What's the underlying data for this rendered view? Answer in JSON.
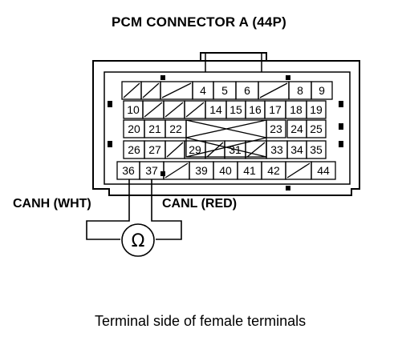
{
  "title": "PCM CONNECTOR A (44P)",
  "labels": {
    "canh": "CANH (WHT)",
    "canl": "CANL (RED)"
  },
  "meter_symbol": "Ω",
  "caption": "Terminal side of female terminals",
  "connector": {
    "row1": [
      "",
      "",
      "",
      "4",
      "5",
      "6",
      "",
      "8",
      "9"
    ],
    "row2": [
      "10",
      "",
      "",
      "",
      "14",
      "15",
      "16",
      "17",
      "18",
      "19"
    ],
    "row3": [
      "20",
      "21",
      "22",
      "23",
      "24",
      "25"
    ],
    "row4": [
      "26",
      "27",
      "",
      "29",
      "",
      "31",
      "",
      "33",
      "34",
      "35"
    ],
    "row5": [
      "36",
      "37",
      "",
      "39",
      "40",
      "41",
      "42",
      "",
      "44"
    ]
  }
}
